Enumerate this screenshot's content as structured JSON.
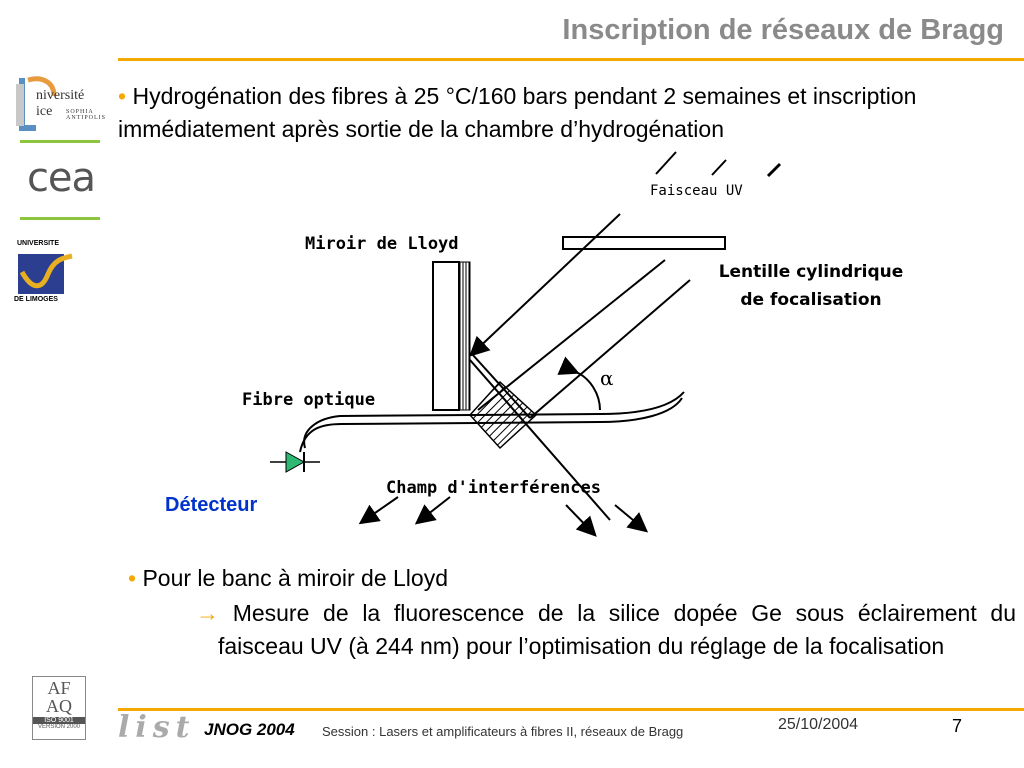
{
  "slide": {
    "title": "Inscription de réseaux de Bragg",
    "bullet1": {
      "marker": "•",
      "text": "Hydrogénation des fibres à 25 °C/160 bars pendant 2 semaines  et inscription immédiatement après sortie de la chambre d’hydrogénation"
    },
    "bullet2": {
      "marker": "•",
      "text": "Pour le banc à miroir de Lloyd"
    },
    "subbullet": {
      "marker": "→",
      "text": "Mesure de la fluorescence de la silice dopée Ge sous éclairement du faisceau UV (à 244 nm) pour l’optimisation du réglage de la focalisation"
    }
  },
  "diagram": {
    "beam_label": "Faisceau UV",
    "mirror_label": "Miroir de Lloyd",
    "lens_label_line1": "Lentille cylindrique",
    "lens_label_line2": "de focalisation",
    "fiber_label": "Fibre optique",
    "interference_label": "Champ d'interférences",
    "detector_label": "Détecteur",
    "angle_symbol": "α",
    "colors": {
      "detector": "#0033cc",
      "diode": "#2eb872"
    }
  },
  "logos": {
    "unice_top": "niversité",
    "unice_bottom": "ice",
    "unice_sub": "SOPHIA ANTIPOLIS",
    "cea": "cea",
    "limoges_top": "UNIVERSITE",
    "limoges_bottom": "DE LIMOGES",
    "afaq_line1": "AF",
    "afaq_line2": "AQ",
    "afaq_iso": "ISO 9001",
    "afaq_version": "VERSION 2000",
    "list": "list"
  },
  "footer": {
    "event": "JNOG 2004",
    "session": "Session : Lasers et amplificateurs à fibres II, réseaux de Bragg",
    "date": "25/10/2004",
    "page": "7"
  },
  "accent_colors": {
    "orange_rule": "#f5a800",
    "green_rule": "#8cc63f",
    "title_gray": "#8a8a8a"
  }
}
